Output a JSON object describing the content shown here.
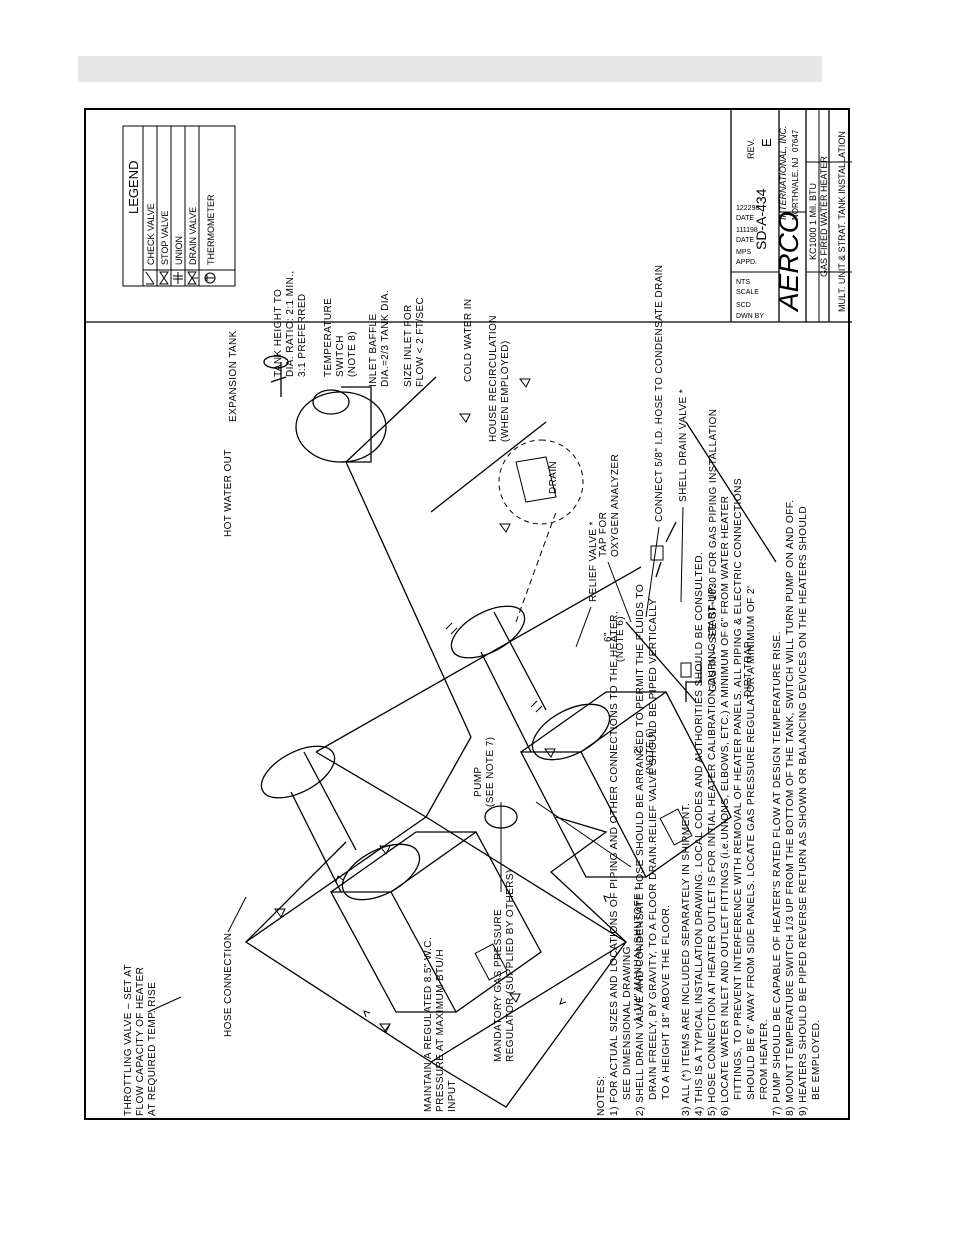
{
  "labels": {
    "throttling": [
      "THROTTLING VALVE – SET AT",
      "FLOW CAPACITY OF HEATER",
      "AT REQUIRED TEMP. RISE"
    ],
    "hose_connection": "HOSE CONNECTION",
    "maintain": [
      "MAINTAIN A REGULATED 8.5\" W.C.",
      "PRESSURE AT MAXIMUM BTU/H",
      "INPUT"
    ],
    "mandatory_regulator": [
      "MANDATORY GAS PRESSURE",
      "REGULATOR (SUPPLIED BY OTHERS)"
    ],
    "manual_shutoff": "1-1/4\" MANUAL SHUTOFF *",
    "pump": [
      "PUMP",
      "(SEE NOTE 7)"
    ],
    "note6_a": [
      "6\"",
      "(NOTE 6)"
    ],
    "note6_b": [
      "2'",
      "(NOTE 6)"
    ],
    "relief_valve": "RELIEF VALVE *",
    "tap_oxygen": [
      "TAP FOR",
      "OXYGEN ANALYZER"
    ],
    "drain_word": "DRAIN",
    "hot_water_out": "HOT WATER OUT",
    "expansion_tank": "EXPANSION TANK",
    "connect_hose": "CONNECT 5/8\" I.D. HOSE TO CONDENSATE DRAIN",
    "shell_drain": "SHELL DRAIN VALVE *",
    "gas_in": "GAS IN – SEE GF-1030 FOR GAS PIPING INSTALLATION",
    "dirt_trap": "DIRT TRAP",
    "temp_switch": [
      "TEMPERATURE",
      "SWITCH",
      "(NOTE 8)"
    ],
    "tank_height": [
      "TANK HEIGHT TO",
      "DIA. RATIO: 2:1 MIN.,",
      "3:1 PREFERRED"
    ],
    "inlet_baffle": [
      "INLET BAFFLE",
      "DIA.=2/3 TANK DIA."
    ],
    "size_inlet": [
      "SIZE INLET FOR",
      "FLOW < 2 FT/SEC"
    ],
    "cold_water": "COLD WATER IN",
    "house_recirc": [
      "HOUSE RECIRCULATION",
      "(WHEN EMPLOYED)"
    ]
  },
  "legend": {
    "title": "LEGEND",
    "items": [
      {
        "icon": "check-valve-icon",
        "label": "CHECK VALVE"
      },
      {
        "icon": "stop-valve-icon",
        "label": "STOP VALVE"
      },
      {
        "icon": "union-icon",
        "label": "UNION"
      },
      {
        "icon": "drain-valve-icon",
        "label": "DRAIN VALVE"
      },
      {
        "icon": "thermometer-icon",
        "label": "THERMOMETER"
      }
    ]
  },
  "notes": {
    "heading": "NOTES:",
    "lines": [
      "1) FOR ACTUAL SIZES AND LOCATIONS OF PIPING AND OTHER CONNECTIONS TO THE HEATER,",
      "SEE DIMENSIONAL DRAWING",
      "2) SHELL DRAIN VALVE AND CONDENSATE HOSE SHOULD BE ARRANGED TO PERMIT THE FLUIDS TO",
      "DRAIN FREELY, BY GRAVITY, TO A FLOOR DRAIN.RELIEF VALVE SHOULD BE PIPED VERTICALLY",
      "TO A HEIGHT 18\" ABOVE THE FLOOR.",
      "3) ALL (*) ITEMS ARE INCLUDED SEPARATELY IN SHIPMENT.",
      "4) THIS IS A TYPICAL INSTALLATION DRAWING. LOCAL CODES AND AUTHORITIES SHOULD BE CONSULTED.",
      "5) HOSE CONNECTION AT HEATER OUTLET IS FOR INITIAL HEATER CALIBRATION DURING START-UP.",
      "6) LOCATE WATER INLET AND OUTLET FITTINGS (i.e.UNIONS, ELBOWS, ETC.) A MINIMUM OF 6\" FROM WATER HEATER",
      "FITTINGS, TO PREVENT INTERFERENCE WITH REMOVAL OF HEATER PANELS. ALL PIPING & ELECTRIC CONNECTIONS",
      "SHOULD BE 6\" AWAY FROM SIDE PANELS. LOCATE GAS PRESSURE REGULATOR A MINIMUM OF 2'",
      "FROM HEATER.",
      "7) PUMP SHOULD BE CAPABLE OF HEATER'S RATED FLOW AT DESIGN TEMPERATURE RISE.",
      "8) MOUNT TEMPERATURE SWITCH 1/3 UP FROM THE BOTTOM OF THE TANK, SWITCH WILL TURN PUMP ON AND OFF.",
      "9) HEATERS SHOULD BE PIPED REVERSE RETURN AS SHOWN OR BALANCING DEVICES ON THE HEATERS SHOULD",
      "BE EMPLOYED."
    ]
  },
  "title_block": {
    "company": "AERCO",
    "company_sub": "INTERNATIONAL, INC.",
    "location": "NORTHVALE, NJ",
    "code": "07647",
    "title_lines": [
      "KC1000 1 Mil. BTU",
      "GAS FIRED WATER HEATER",
      "MULT. UNIT & STRAT. TANK INSTALLATION"
    ],
    "dwn_by_label": "DWN BY",
    "dwn_by": "SCD",
    "date_label_1": "DATE",
    "date_1": "111198",
    "scale_label": "SCALE",
    "scale": "NTS",
    "appd_label": "APPD.",
    "appd": "MPS",
    "date_label_2": "DATE",
    "date_2": "122298",
    "drawing_number": "SD-A-434",
    "rev_label": "REV.",
    "rev": "E"
  },
  "colors": {
    "ink": "#000000",
    "paper": "#ffffff",
    "topbar": "#e6e6e6"
  }
}
